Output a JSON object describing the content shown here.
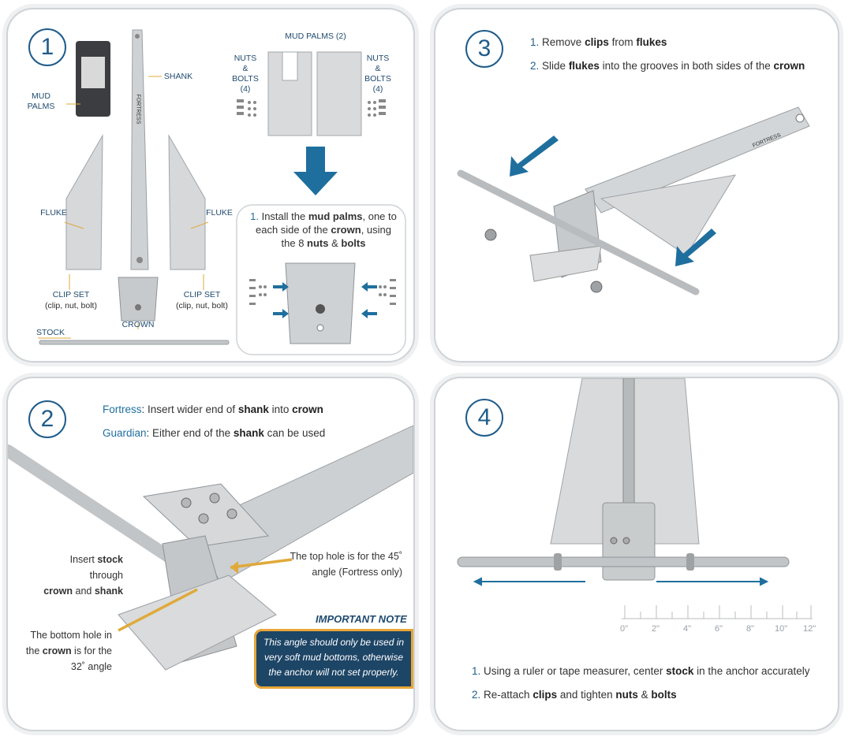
{
  "panel1": {
    "step_number": "1",
    "labels": {
      "mud_palms_left": "MUD PALMS",
      "shank": "SHANK",
      "fluke_left": "FLUKE",
      "fluke_right": "FLUKE",
      "clip_set_left": "CLIP SET",
      "clip_set_left_sub": "(clip, nut, bolt)",
      "clip_set_right": "CLIP SET",
      "clip_set_right_sub": "(clip, nut, bolt)",
      "crown": "CROWN",
      "stock": "STOCK",
      "mud_palms_top": "MUD PALMS (2)",
      "nuts_bolts_left": [
        "NUTS",
        "&",
        "BOLTS (4)"
      ],
      "nuts_bolts_right": [
        "NUTS",
        "&",
        "BOLTS (4)"
      ],
      "shank_brand": "FORTRESS"
    },
    "instruction": {
      "num": "1.",
      "line1_a": "Install the ",
      "line1_b": "mud palms",
      "line1_c": ", one to",
      "line2_a": "each side of the ",
      "line2_b": "crown",
      "line2_c": ", using",
      "line3_a": "the 8 ",
      "line3_b": "nuts",
      "line3_c": " & ",
      "line3_d": "bolts"
    }
  },
  "panel3": {
    "step_number": "3",
    "steps": [
      {
        "num": "1.",
        "a": "Remove ",
        "b": "clips",
        "c": " from ",
        "d": "flukes",
        "e": ""
      },
      {
        "num": "2.",
        "a": "Slide ",
        "b": "flukes",
        "c": " into the grooves in both sides of the ",
        "d": "crown",
        "e": ""
      }
    ],
    "shank_brand": "FORTRESS"
  },
  "panel2": {
    "step_number": "2",
    "fortress_label": "Fortress",
    "fortress_text_a": ": Insert wider end of ",
    "fortress_text_b": "shank",
    "fortress_text_c": " into ",
    "fortress_text_d": "crown",
    "guardian_label": "Guardian",
    "guardian_text_a": ": Either end of the ",
    "guardian_text_b": "shank",
    "guardian_text_c": " can be used",
    "insert_a": "Insert ",
    "insert_b": "stock",
    "insert_c": " through",
    "insert_d": "crown",
    "insert_e": " and ",
    "insert_f": "shank",
    "top_hole_1": "The top hole is for the 45˚",
    "top_hole_2": "angle (Fortress only)",
    "bottom_1": "The bottom hole in",
    "bottom_2a": "the ",
    "bottom_2b": "crown",
    "bottom_2c": " is for the",
    "bottom_3": "32˚ angle",
    "note_title": "IMPORTANT NOTE",
    "note_text": "This angle should only be used in very soft mud bottoms, otherwise the anchor will not set properly."
  },
  "panel4": {
    "step_number": "4",
    "ruler_ticks": [
      "0\"",
      "2\"",
      "4\"",
      "6\"",
      "8\"",
      "10\"",
      "12\""
    ],
    "steps": [
      {
        "num": "1.",
        "a": "Using a ruler or tape measurer, center ",
        "b": "stock",
        "c": " in the anchor accurately",
        "d": ""
      },
      {
        "num": "2.",
        "a": "Re-attach ",
        "b": "clips",
        "c": " and tighten ",
        "d": "nuts",
        "e": " & ",
        "f": "bolts"
      }
    ]
  },
  "colors": {
    "accent_blue": "#1f5c8a",
    "arrow_blue": "#1f6f9e",
    "leader_gold": "#e0a93a",
    "note_navy": "#1d4566"
  }
}
